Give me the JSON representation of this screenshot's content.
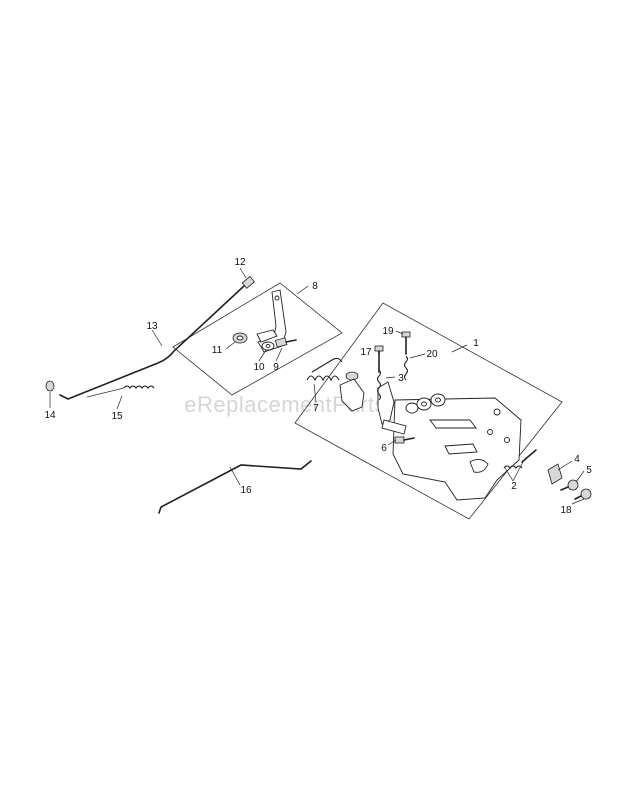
{
  "watermark": "eReplacementParts.com",
  "callouts": {
    "c1": "1",
    "c2": "2",
    "c3": "3",
    "c4": "4",
    "c5": "5",
    "c6": "6",
    "c7": "7",
    "c8": "8",
    "c9": "9",
    "c10": "10",
    "c11": "11",
    "c12": "12",
    "c13": "13",
    "c14": "14",
    "c15": "15",
    "c16": "16",
    "c17": "17",
    "c18": "18",
    "c19": "19",
    "c20": "20"
  }
}
